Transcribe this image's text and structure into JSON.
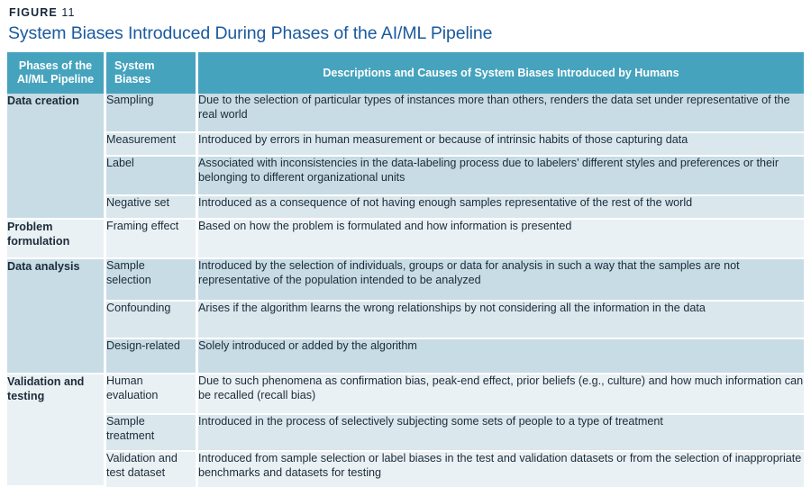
{
  "figure": {
    "label_word": "FIGURE",
    "label_number": "11",
    "title": "System Biases Introduced During Phases of the AI/ML Pipeline"
  },
  "colors": {
    "header_teal": "#46a3bd",
    "title_blue": "#1a5a9e",
    "label_navy": "#14263a",
    "row_dark": "#c7dce5",
    "row_mid": "#dae7ed",
    "row_pale": "#eaf1f4",
    "text": "#1c2b39",
    "grid_white": "#ffffff"
  },
  "table": {
    "columns": [
      {
        "key": "phase",
        "label": "Phases of the\nAI/ML Pipeline",
        "label_line1": "Phases of the",
        "label_line2": "AI/ML Pipeline"
      },
      {
        "key": "bias",
        "label": "System Biases"
      },
      {
        "key": "description",
        "label": "Descriptions and Causes of System Biases Introduced by Humans"
      }
    ],
    "groups": [
      {
        "phase": "Data creation",
        "shade": "dark",
        "rows": [
          {
            "bias": "Sampling",
            "description": "Due to the selection of particular types of instances more than others, renders the data set under representative of the real world",
            "shade": "dark"
          },
          {
            "bias": "Measurement",
            "description": "Introduced by errors in human measurement or because of intrinsic habits of those capturing data",
            "shade": "mid"
          },
          {
            "bias": "Label",
            "description": "Associated with inconsistencies in the data-labeling process due to labelers’ different styles and preferences or their belonging to different organizational units",
            "shade": "dark"
          },
          {
            "bias": "Negative set",
            "description": "Introduced as a consequence of not having enough samples representative of the rest of the world",
            "shade": "mid"
          }
        ]
      },
      {
        "phase": "Problem formulation",
        "phase_line1": "Problem",
        "phase_line2": "formulation",
        "shade": "pale",
        "rows": [
          {
            "bias": "Framing effect",
            "description": "Based on how the problem is formulated and how information is presented",
            "shade": "pale"
          }
        ]
      },
      {
        "phase": "Data analysis",
        "shade": "dark",
        "rows": [
          {
            "bias": "Sample selection",
            "bias_line1": "Sample",
            "bias_line2": "selection",
            "description": "Introduced by the selection of individuals, groups or data for analysis in such a way that the samples are not representative of the population intended to be analyzed",
            "shade": "dark"
          },
          {
            "bias": "Confounding",
            "description": "Arises if the algorithm learns the wrong relationships by not considering all the information in the data",
            "shade": "mid"
          },
          {
            "bias": "Design-related",
            "description": "Solely introduced or added by the algorithm",
            "shade": "dark"
          }
        ]
      },
      {
        "phase": "Validation and testing",
        "phase_line1": "Validation and",
        "phase_line2": "testing",
        "shade": "pale",
        "rows": [
          {
            "bias": "Human evaluation",
            "bias_line1": "Human",
            "bias_line2": "evaluation",
            "description": "Due to such phenomena as confirmation bias, peak-end effect, prior beliefs (e.g., culture) and how much information can be recalled (recall bias)",
            "shade": "pale"
          },
          {
            "bias": "Sample treatment",
            "bias_line1": "Sample",
            "bias_line2": "treatment",
            "description": "Introduced in the process of selectively subjecting some sets of people to a type of treatment",
            "shade": "mid"
          },
          {
            "bias": "Validation and test dataset",
            "bias_line1": "Validation and",
            "bias_line2": "test dataset",
            "description": "Introduced from sample selection or label biases in the test and validation datasets or from the selection of inappropriate benchmarks and datasets for testing",
            "shade": "pale"
          }
        ]
      }
    ]
  }
}
